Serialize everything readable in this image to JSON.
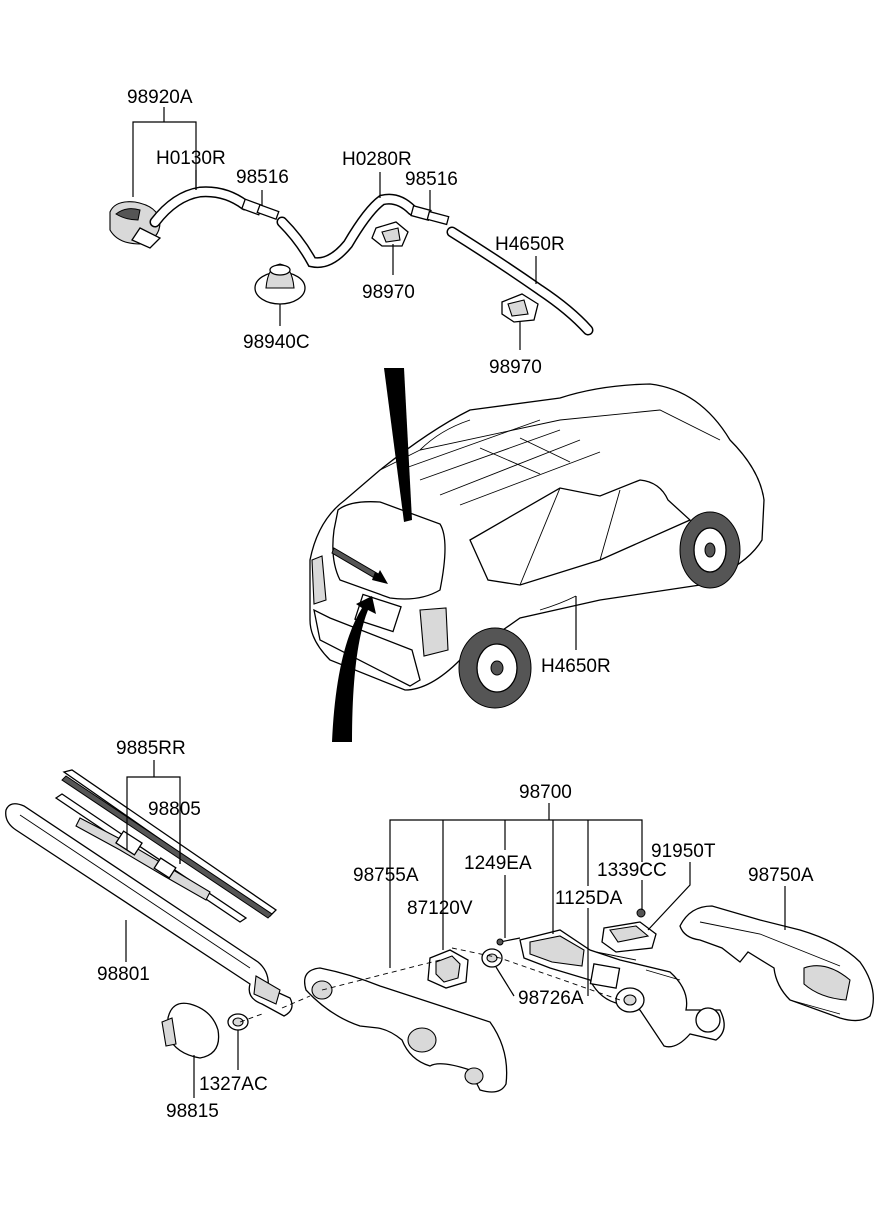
{
  "labels": {
    "p98920A": "98920A",
    "pH0130R": "H0130R",
    "p98516a": "98516",
    "pH0280R": "H0280R",
    "p98516b": "98516",
    "pH4650Ra": "H4650R",
    "p98970a": "98970",
    "p98940C": "98940C",
    "p98970b": "98970",
    "pH4650Rb": "H4650R",
    "p9885RR": "9885RR",
    "p98805": "98805",
    "p98801": "98801",
    "p98815": "98815",
    "p1327AC": "1327AC",
    "p98700": "98700",
    "p98755A": "98755A",
    "p1249EA": "1249EA",
    "p91950T": "91950T",
    "p1339CC": "1339CC",
    "p98750A": "98750A",
    "p87120V": "87120V",
    "p1125DA": "1125DA",
    "p98726A": "98726A"
  }
}
